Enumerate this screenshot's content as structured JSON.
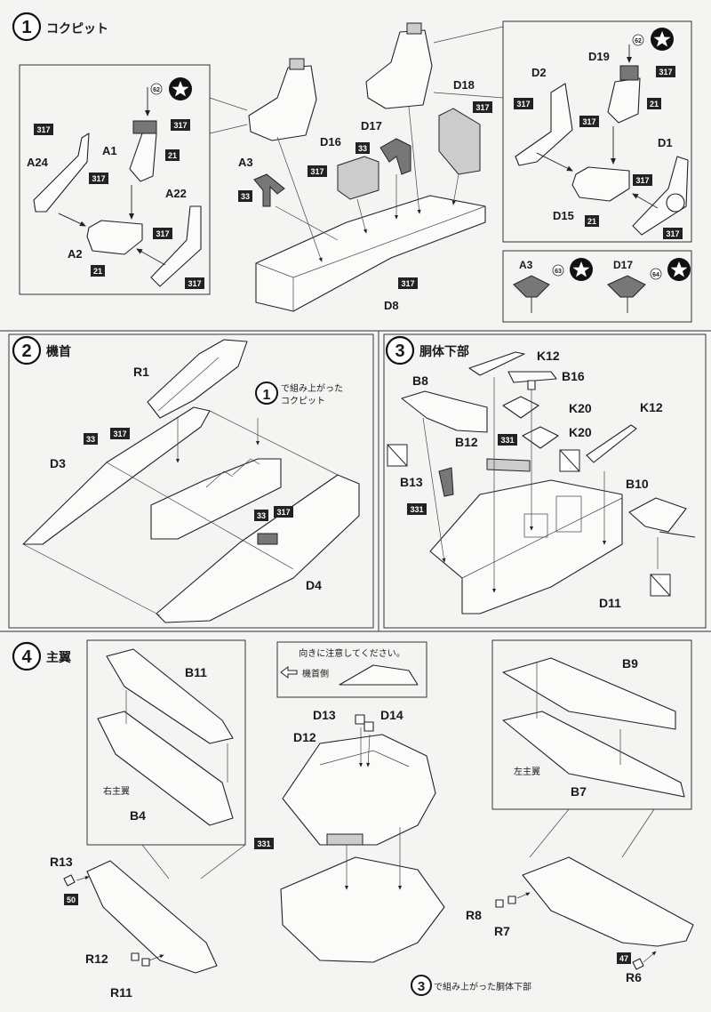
{
  "steps": [
    {
      "number": "1",
      "title": "コクピット"
    },
    {
      "number": "2",
      "title": "機首"
    },
    {
      "number": "3",
      "title": "胴体下部"
    },
    {
      "number": "4",
      "title": "主翼"
    }
  ],
  "step1": {
    "parts": {
      "a24": "A24",
      "a1": "A1",
      "a22": "A22",
      "a2": "A2",
      "a3": "A3",
      "d16": "D16",
      "d17": "D17",
      "d18": "D18",
      "d8": "D8",
      "d2": "D2",
      "d19": "D19",
      "d1": "D1",
      "d15": "D15"
    },
    "decals": {
      "d62": "62",
      "d63": "63",
      "d64": "64"
    },
    "detail": {
      "a3": "A3",
      "d17": "D17"
    }
  },
  "step2": {
    "parts": {
      "r1": "R1",
      "d3": "D3",
      "d4": "D4"
    },
    "ref_number": "1",
    "ref_text_line1": "で組み上がった",
    "ref_text_line2": "コクピット"
  },
  "step3": {
    "parts": {
      "k12a": "K12",
      "b16": "B16",
      "b8": "B8",
      "k20a": "K20",
      "k20b": "K20",
      "k12b": "K12",
      "b12": "B12",
      "b13": "B13",
      "b10": "B10",
      "d11": "D11"
    }
  },
  "step4": {
    "parts": {
      "b11": "B11",
      "b4": "B4",
      "d13": "D13",
      "d14": "D14",
      "d12": "D12",
      "b9": "B9",
      "b7": "B7",
      "r13": "R13",
      "r12": "R12",
      "r11": "R11",
      "r8": "R8",
      "r7": "R7",
      "r6": "R6"
    },
    "right_wing_label": "右主翼",
    "left_wing_label": "左主翼",
    "note_title": "向きに注意してください。",
    "nose_side": "機首側",
    "ref_number": "3",
    "ref_text": "で組み上がった胴体下部"
  },
  "paint_codes": {
    "c317": "317",
    "c21": "21",
    "c33": "33",
    "c331": "331",
    "c50": "50",
    "c47": "47"
  }
}
